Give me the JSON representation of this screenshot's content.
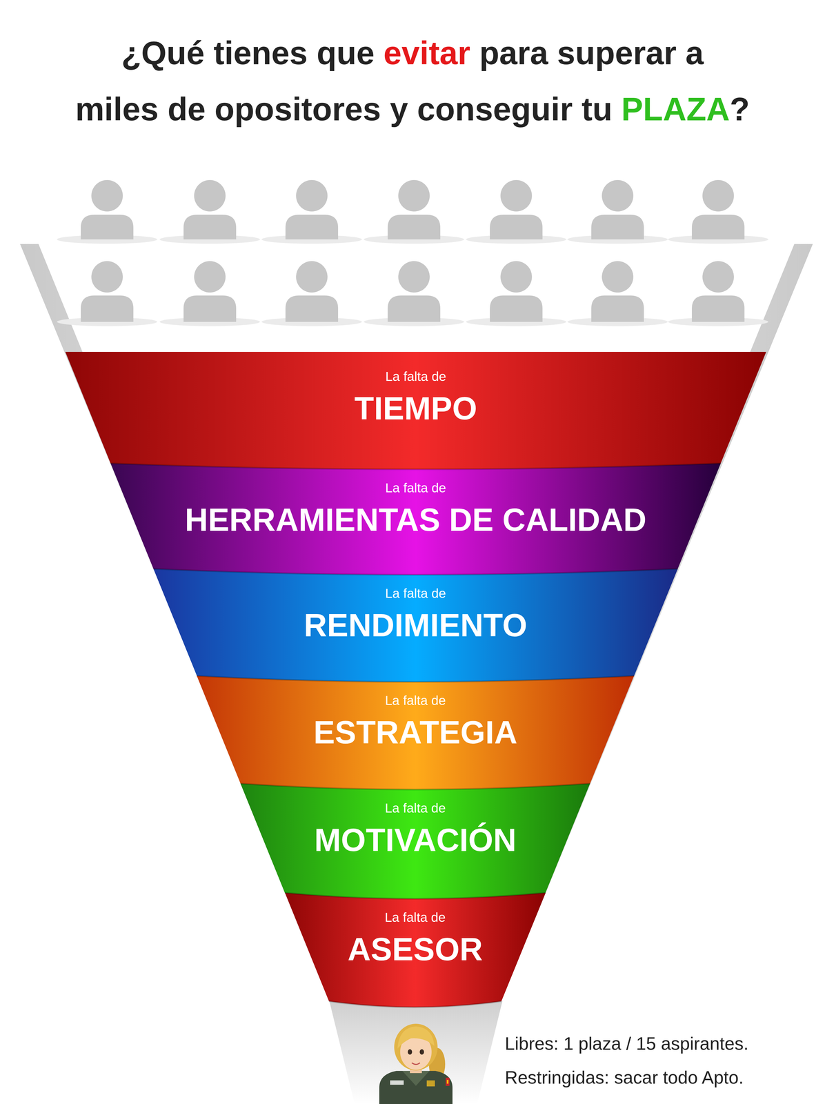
{
  "diagram": {
    "title": "¿Qué tienes que evitar para superar a miles de opositores y conseguir tu PLAZA?",
    "nodes": [
      {
        "text": [
          "La falta de",
          "TIEMPO"
        ]
      },
      {
        "text": [
          "La falta de",
          "HERRAMIENTAS DE CALIDAD"
        ]
      },
      {
        "text": [
          "La falta de",
          "RENDIMIENTO"
        ]
      },
      {
        "text": [
          "La falta de",
          "ESTRATEGIA"
        ]
      },
      {
        "text": [
          "La falta de",
          "MOTIVACIÓN"
        ]
      },
      {
        "text": [
          "La falta de",
          "ASESOR"
        ]
      }
    ],
    "labels": [
      "Libres: 1 plaza / 15 aspirantes.",
      "Restringidas: sacar todo Apto."
    ]
  }
}
